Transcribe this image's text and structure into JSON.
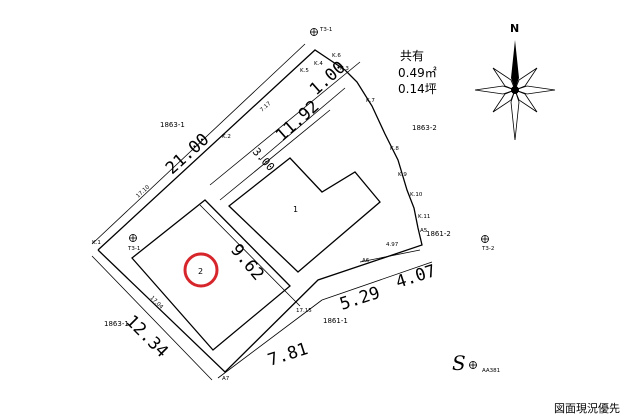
{
  "north_label": "N",
  "shared": {
    "label": "共有",
    "area_m2": "0.49㎡",
    "area_tsubo": "0.14坪"
  },
  "dims": {
    "d21_00": "21.00",
    "d11_92": "11.92",
    "d1_00": "1.00",
    "d3_00": "3.00",
    "d9_62": "9.62",
    "d5_29": "5.29",
    "d4_07": "4.07",
    "d7_81": "7.81",
    "d12_34": "12.34"
  },
  "parcels": {
    "p1863_1_top": "1863-1",
    "p1863_2": "1863-2",
    "p1861_2": "1861-2",
    "p1861_1": "1861-1",
    "p1863_1_left": "1863-1"
  },
  "lots": {
    "lot1": "1",
    "lot2": "2"
  },
  "markers": {
    "t3_1": "T3-1",
    "t3_2": "T3-2",
    "t3_left": "T3-1",
    "aa": "AA381",
    "s_mark": "S"
  },
  "points": {
    "k6": "K.6",
    "k5": "K.5",
    "k4": "K.4",
    "k3": "K.3",
    "k7": "K.7",
    "k8": "K.8",
    "k9": "K.9",
    "k10": "K.10",
    "k11": "K.11",
    "k2": "K.2",
    "k1": "K.1",
    "a5": "A5",
    "a6": "A6",
    "a7": "A7"
  },
  "small_dims": {
    "s7_17": "7.17",
    "s17_10": "17.10",
    "s17_04": "17.04",
    "s4_97": "4.97",
    "s17_15": "17.15"
  },
  "footer": "図面現況優先",
  "colors": {
    "highlight": "#d7262b"
  }
}
